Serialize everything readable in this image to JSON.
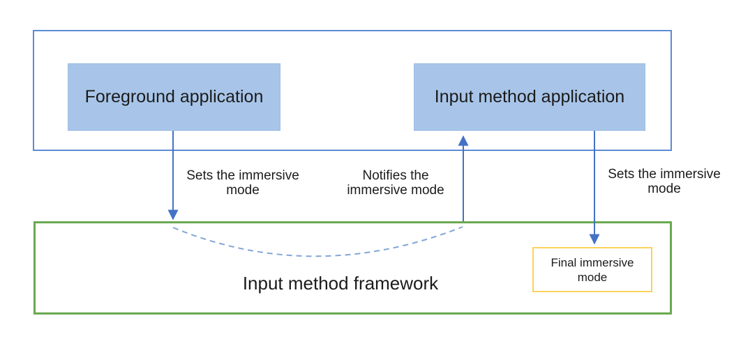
{
  "colors": {
    "outer_box_border": "#5b8bd4",
    "app_box_fill": "#a8c5e9",
    "app_box_border": "#9bbde5",
    "framework_border": "#6aa84f",
    "final_box_border": "#fad25c",
    "arrow": "#4472c4",
    "dashed_link": "#82a5d7",
    "text": "#1b1b1b"
  },
  "boxes": {
    "foreground_app": {
      "label": "Foreground application"
    },
    "input_method_app": {
      "label": "Input method application"
    },
    "framework": {
      "label": "Input method framework"
    },
    "final_immersive": {
      "label": "Final immersive\nmode"
    }
  },
  "edges": {
    "set_immersive_left": {
      "label": "Sets the immersive\nmode"
    },
    "notify_immersive": {
      "label": "Notifies the\nimmersive mode"
    },
    "set_immersive_right": {
      "label": "Sets the immersive\nmode"
    }
  }
}
